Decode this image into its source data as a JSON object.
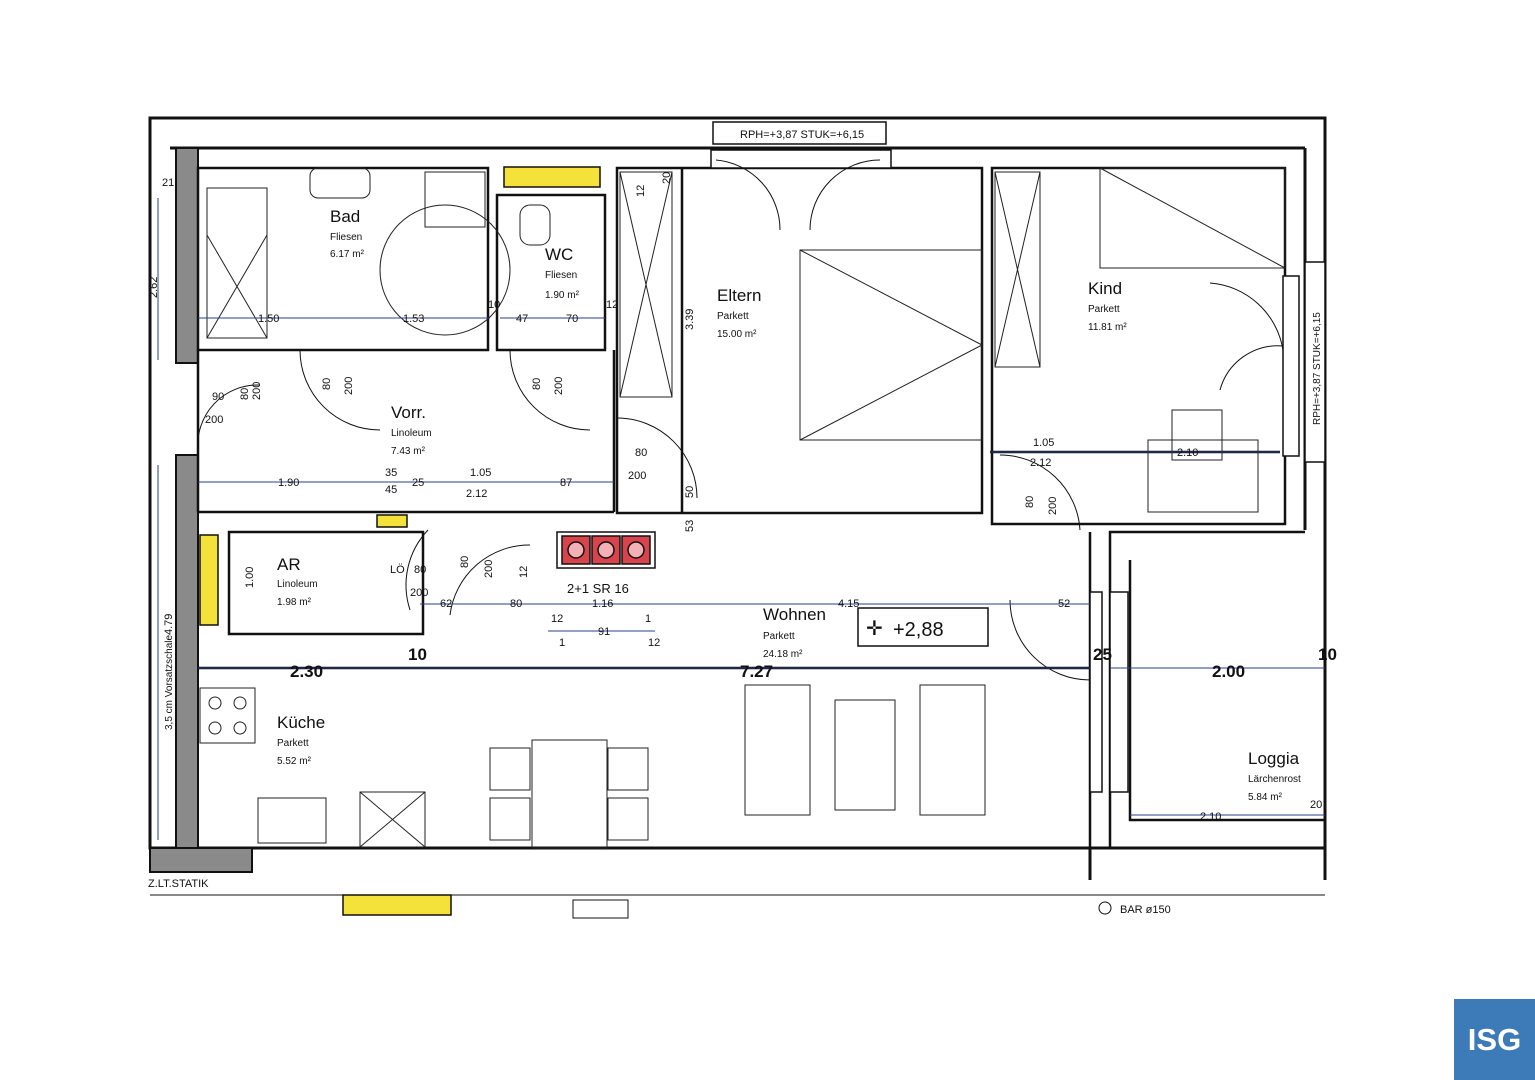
{
  "rooms": {
    "bad": {
      "name": "Bad",
      "floor": "Fliesen",
      "area": "6.17 m²"
    },
    "wc": {
      "name": "WC",
      "floor": "Fliesen",
      "area": "1.90 m²"
    },
    "eltern": {
      "name": "Eltern",
      "floor": "Parkett",
      "area": "15.00 m²"
    },
    "kind": {
      "name": "Kind",
      "floor": "Parkett",
      "area": "11.81 m²"
    },
    "vorr": {
      "name": "Vorr.",
      "floor": "Linoleum",
      "area": "7.43 m²"
    },
    "ar": {
      "name": "AR",
      "floor": "Linoleum",
      "area": "1.98 m²"
    },
    "wohnen": {
      "name": "Wohnen",
      "floor": "Parkett",
      "area": "24.18 m²"
    },
    "kueche": {
      "name": "Küche",
      "floor": "Parkett",
      "area": "5.52 m²"
    },
    "loggia": {
      "name": "Loggia",
      "floor": "Lärchenrost",
      "area": "5.84 m²"
    }
  },
  "labels": {
    "window_top": "RPH=+3,87 STUK=+6,15",
    "window_right": "RPH=+3,87 STUK=+6,15",
    "level": "+2,88",
    "chimney": "2+1 SR 16",
    "statik": "Z.LT.STATIK",
    "bar": "BAR ø150",
    "wall_note": "3,5 cm Vorsatzschale"
  },
  "dims": {
    "d230": "2.30",
    "d727": "7.27",
    "d200": "2.00",
    "d10a": "10",
    "d10b": "10",
    "d25": "25",
    "d150": "1.50",
    "d153": "1.53",
    "d47": "47",
    "d70": "70",
    "d10c": "10",
    "d12a": "12",
    "d262": "2.62",
    "d21": "21",
    "d90": "90",
    "d200a": "200",
    "d190": "1.90",
    "d105a": "1.05",
    "d212a": "2.12",
    "d87": "87",
    "d80a": "80",
    "d200b": "200",
    "d80b": "80",
    "d200c": "200",
    "d80c": "80",
    "d200d": "200",
    "d35": "35",
    "d45": "45",
    "d25b": "25",
    "d339": "3.39",
    "d12b": "12",
    "d20": "20",
    "d105b": "1.05",
    "d212b": "2.12",
    "d80d": "80",
    "d200e": "200",
    "d210a": "2.10",
    "d80e": "80",
    "d200f": "200",
    "d100": "1.00",
    "d62": "62",
    "d80f": "80",
    "d116": "1.16",
    "d12c": "12",
    "d91": "91",
    "d1a": "1",
    "d12d": "12",
    "d415": "4.15",
    "d52": "52",
    "d210b": "2.10",
    "d20b": "20",
    "d479": "4.79",
    "d200g": "200",
    "d80g": "80",
    "d200h": "200",
    "d80h": "80",
    "d53": "53",
    "d50": "50",
    "dLO": "LÖ",
    "d1b": "1",
    "d12e": "12"
  },
  "logo": {
    "text": "ISG"
  },
  "colors": {
    "wall": "#111111",
    "dimension": "#2a3f8a",
    "yellow": "#f4e23a",
    "chimney": "#d9434b",
    "logo_bg": "#3d7ab8"
  }
}
